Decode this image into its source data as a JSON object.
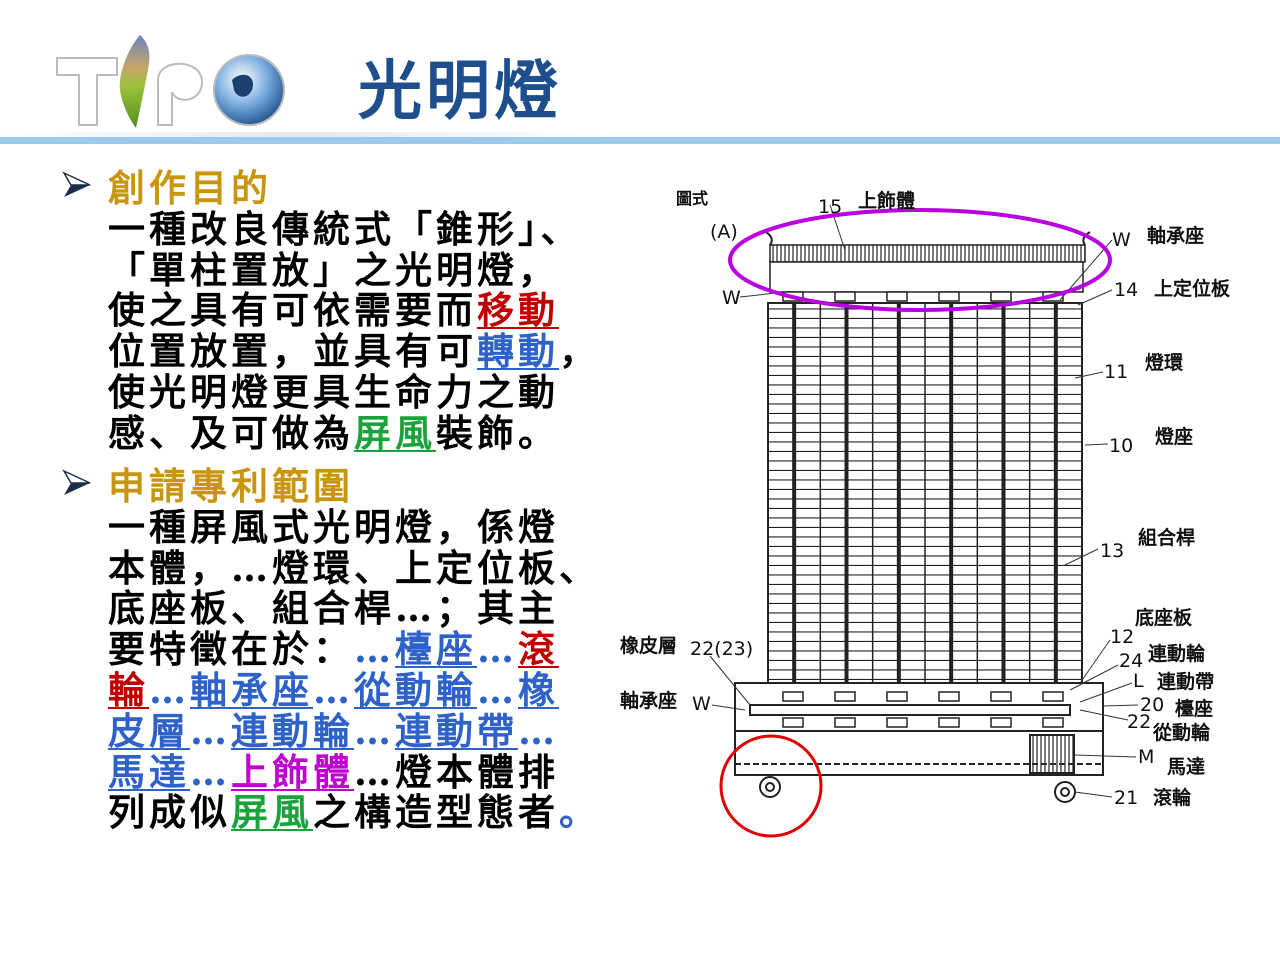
{
  "header": {
    "logo_text": "TIPO",
    "title": "光明燈"
  },
  "colors": {
    "heading": "#c9950e",
    "red": "#c00000",
    "blue": "#2e62c8",
    "green": "#1aa33a",
    "magenta": "#c000d0",
    "title": "#1f4e8c"
  },
  "sections": [
    {
      "heading": "創作目的",
      "lines": [
        [
          {
            "t": "一種改良傳統式「錐形」、",
            "c": ""
          }
        ],
        [
          {
            "t": "「單柱置放」之光明燈，",
            "c": ""
          }
        ],
        [
          {
            "t": "使之具有可依需要而",
            "c": ""
          },
          {
            "t": "移動",
            "c": "red",
            "u": true
          }
        ],
        [
          {
            "t": "位置放置，並具有可",
            "c": ""
          },
          {
            "t": "轉動",
            "c": "blue",
            "u": true
          },
          {
            "t": "，",
            "c": ""
          }
        ],
        [
          {
            "t": "使光明燈更具生命力之動",
            "c": ""
          }
        ],
        [
          {
            "t": "感、及可做為",
            "c": ""
          },
          {
            "t": "屏風",
            "c": "green",
            "u": true
          },
          {
            "t": "裝飾。",
            "c": ""
          }
        ]
      ]
    },
    {
      "heading": "申請專利範圍",
      "lines": [
        [
          {
            "t": "一種屏風式光明燈，係燈",
            "c": ""
          }
        ],
        [
          {
            "t": "本體，…燈環、上定位板、",
            "c": ""
          }
        ],
        [
          {
            "t": "底座板、組合桿…；其主",
            "c": ""
          }
        ],
        [
          {
            "t": "要特徵在於：",
            "c": ""
          },
          {
            "t": "…",
            "c": "blue"
          },
          {
            "t": "檯座",
            "c": "blue",
            "u": true
          },
          {
            "t": "…",
            "c": "blue"
          },
          {
            "t": "滾",
            "c": "red",
            "u": true
          }
        ],
        [
          {
            "t": "輪",
            "c": "red",
            "u": true
          },
          {
            "t": "…",
            "c": "blue"
          },
          {
            "t": "軸承座",
            "c": "blue",
            "u": true
          },
          {
            "t": "…",
            "c": "blue"
          },
          {
            "t": "從動輪",
            "c": "blue",
            "u": true
          },
          {
            "t": "…",
            "c": "blue"
          },
          {
            "t": "橡",
            "c": "blue",
            "u": true
          }
        ],
        [
          {
            "t": "皮層",
            "c": "blue",
            "u": true
          },
          {
            "t": "…",
            "c": "blue"
          },
          {
            "t": "連動輪",
            "c": "blue",
            "u": true
          },
          {
            "t": "…",
            "c": "blue"
          },
          {
            "t": "連動帶",
            "c": "blue",
            "u": true
          },
          {
            "t": "…",
            "c": "blue"
          }
        ],
        [
          {
            "t": "馬達",
            "c": "blue",
            "u": true
          },
          {
            "t": "…",
            "c": "blue"
          },
          {
            "t": "上飾體",
            "c": "magenta",
            "u": true
          },
          {
            "t": "…燈本體排",
            "c": ""
          }
        ],
        [
          {
            "t": "列成似",
            "c": ""
          },
          {
            "t": "屏風",
            "c": "green",
            "u": true
          },
          {
            "t": "之構造型態者",
            "c": ""
          },
          {
            "t": "。",
            "c": "blue"
          }
        ]
      ]
    }
  ],
  "diagram": {
    "caption": "圖式",
    "view": "(A)",
    "labels": {
      "n15": "15",
      "top_deco": "上飾體",
      "w_top_right": "W",
      "bearing_top": "軸承座",
      "w_top_left": "W",
      "n14": "14",
      "upper_plate": "上定位板",
      "n11": "11",
      "lamp_ring": "燈環",
      "n10": "10",
      "lamp_seat": "燈座",
      "n13": "13",
      "rod": "組合桿",
      "base_plate": "底座板",
      "n12": "12",
      "n24": "24",
      "link_wheel": "連動輪",
      "L": "L",
      "link_belt": "連動帶",
      "n20": "20",
      "stand": "檯座",
      "n22": "22",
      "driven_wheel": "從動輪",
      "M": "M",
      "motor": "馬達",
      "n21": "21",
      "roller": "滾輪",
      "rubber": "橡皮層",
      "n22_23": "22(23)",
      "bearing_bottom": "軸承座",
      "w_bottom": "W"
    }
  }
}
